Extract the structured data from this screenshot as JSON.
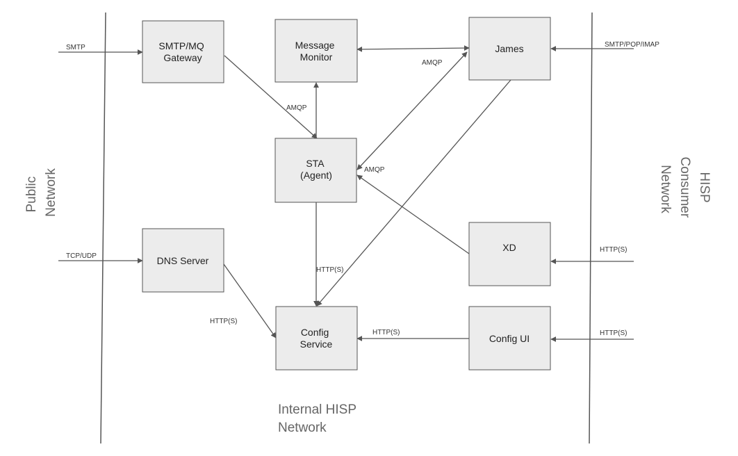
{
  "colors": {
    "box_fill": "#ececec",
    "box_stroke": "#555555",
    "line": "#555555",
    "zone_text": "#666666"
  },
  "zones": {
    "public": [
      "Public",
      "Network"
    ],
    "consumer": [
      "HISP",
      "Consumer",
      "Network"
    ],
    "internal": [
      "Internal HISP",
      "Network"
    ]
  },
  "nodes": {
    "smtp_gateway": [
      "SMTP/MQ",
      "Gateway"
    ],
    "message_monitor": [
      "Message",
      "Monitor"
    ],
    "james": [
      "James"
    ],
    "sta": [
      "STA",
      "(Agent)"
    ],
    "dns_server": [
      "DNS Server"
    ],
    "xd": [
      "XD"
    ],
    "config_service": [
      "Config",
      "Service"
    ],
    "config_ui": [
      "Config UI"
    ]
  },
  "edge_labels": {
    "smtp_in": "SMTP",
    "tcp_udp_in": "TCP/UDP",
    "smtp_pop_imap_in": "SMTP/POP/IMAP",
    "xd_http_in": "HTTP(S)",
    "config_ui_http_in": "HTTP(S)",
    "gateway_to_sta": "AMQP",
    "james_monitor": "AMQP",
    "james_to_sta": "AMQP",
    "sta_to_config": "HTTP(S)",
    "dns_to_config": "HTTP(S)",
    "config_ui_to_config": "HTTP(S)"
  }
}
